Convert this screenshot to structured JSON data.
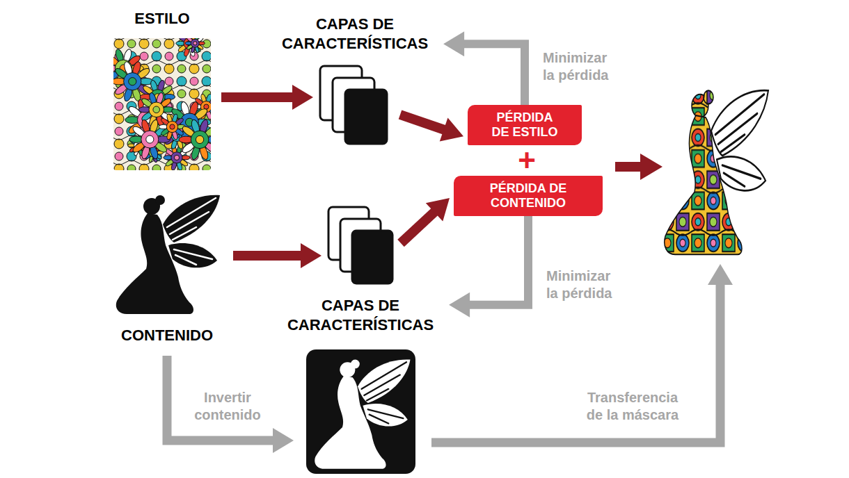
{
  "diagram": {
    "nodes": [
      {
        "text": [
          "ESTILO"
        ]
      },
      {
        "text": [
          "CAPAS DE CARACTERÍSTICAS"
        ]
      },
      {
        "text": [
          "PÉRDIDA DE ESTILO"
        ]
      },
      {
        "text": [
          "PÉRDIDA DE CONTENIDO"
        ]
      },
      {
        "text": [
          "CONTENIDO"
        ]
      },
      {
        "text": [
          "CAPAS DE CARACTERÍSTICAS"
        ]
      }
    ],
    "edges": [
      {
        "from": 0,
        "to": 1,
        "arrow": "to"
      },
      {
        "from": 1,
        "to": 2,
        "arrow": "to"
      },
      {
        "from": 4,
        "to": 5,
        "arrow": "to"
      },
      {
        "from": 5,
        "to": 3,
        "arrow": "to"
      },
      {
        "from": 2,
        "to": 1,
        "label": "Minimizar la pérdida",
        "arrow": "to"
      },
      {
        "from": 3,
        "to": 5,
        "label": "Minimizar la pérdida",
        "arrow": "to"
      }
    ],
    "labels": [
      "+",
      "Invertir contenido",
      "Transferencia de la máscara"
    ]
  }
}
